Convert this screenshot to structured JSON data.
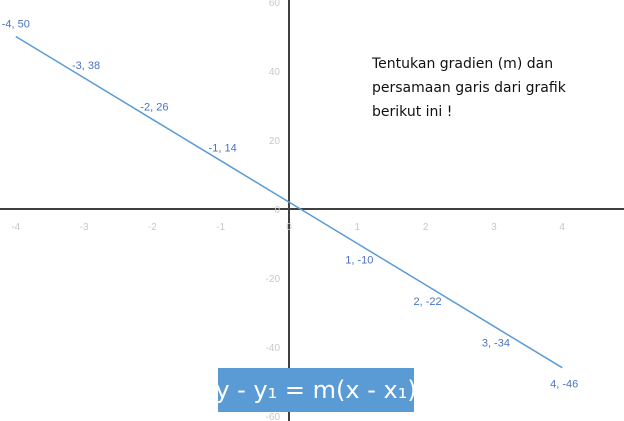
{
  "chart_data": {
    "type": "line",
    "x": [
      -4,
      -3,
      -2,
      -1,
      0,
      1,
      2,
      3,
      4
    ],
    "series": [
      {
        "values": [
          50,
          38,
          26,
          14,
          2,
          -10,
          -22,
          -34,
          -46
        ]
      }
    ],
    "data_labels": [
      "-4, 50",
      "-3, 38",
      "-2, 26",
      "-1, 14",
      "1, -10",
      "2, -22",
      "3, -34",
      "4, -46"
    ],
    "labeled_points": [
      {
        "x": -4,
        "y": 50
      },
      {
        "x": -3,
        "y": 38
      },
      {
        "x": -2,
        "y": 26
      },
      {
        "x": -1,
        "y": 14
      },
      {
        "x": 1,
        "y": -10
      },
      {
        "x": 2,
        "y": -22
      },
      {
        "x": 3,
        "y": -34
      },
      {
        "x": 4,
        "y": -46
      }
    ],
    "xticks": [
      "-4",
      "-3",
      "-2",
      "-1",
      "0",
      "1",
      "2",
      "3",
      "4"
    ],
    "yticks": [
      "60",
      "40",
      "20",
      "0",
      "-20",
      "-40",
      "-60"
    ],
    "xlim": [
      -4.2,
      4.6
    ],
    "ylim": [
      -60,
      60
    ],
    "grid": false,
    "title": "",
    "xlabel": "",
    "ylabel": "",
    "line_color": "#5b9bd5",
    "label_color": "#4a72c4"
  },
  "question": {
    "lines": [
      "Tentukan gradien (m) dan",
      "persamaan garis dari grafik",
      "berikut  ini !"
    ]
  },
  "formula": {
    "text": "y - y₁ = m(x - x₁)",
    "box_color": "#5b9bd5"
  }
}
